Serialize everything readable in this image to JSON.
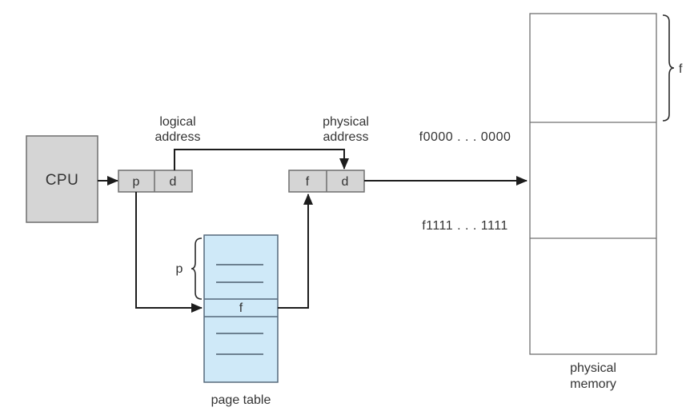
{
  "cpu": {
    "label": "CPU"
  },
  "logical_address": {
    "caption": [
      "logical",
      "address"
    ],
    "fields": {
      "p": "p",
      "d": "d"
    }
  },
  "physical_address": {
    "caption": [
      "physical",
      "address"
    ],
    "fields": {
      "f": "f",
      "d": "d"
    }
  },
  "page_table": {
    "caption": "page table",
    "brace_label": "p",
    "entry": "f"
  },
  "physical_memory": {
    "caption": [
      "physical",
      "memory"
    ],
    "brace_label": "f",
    "addresses": {
      "frame_start": "f0000 . . . 0000",
      "frame_end": "f1111 . . . 1111"
    }
  },
  "colors": {
    "background": "#ffffff",
    "box_fill": "#d5d5d5",
    "box_border": "#6f6f6f",
    "page_table_fill": "#cfe9f8",
    "page_table_border": "#55687a",
    "wire": "#1c1c1c",
    "text": "#333333"
  }
}
